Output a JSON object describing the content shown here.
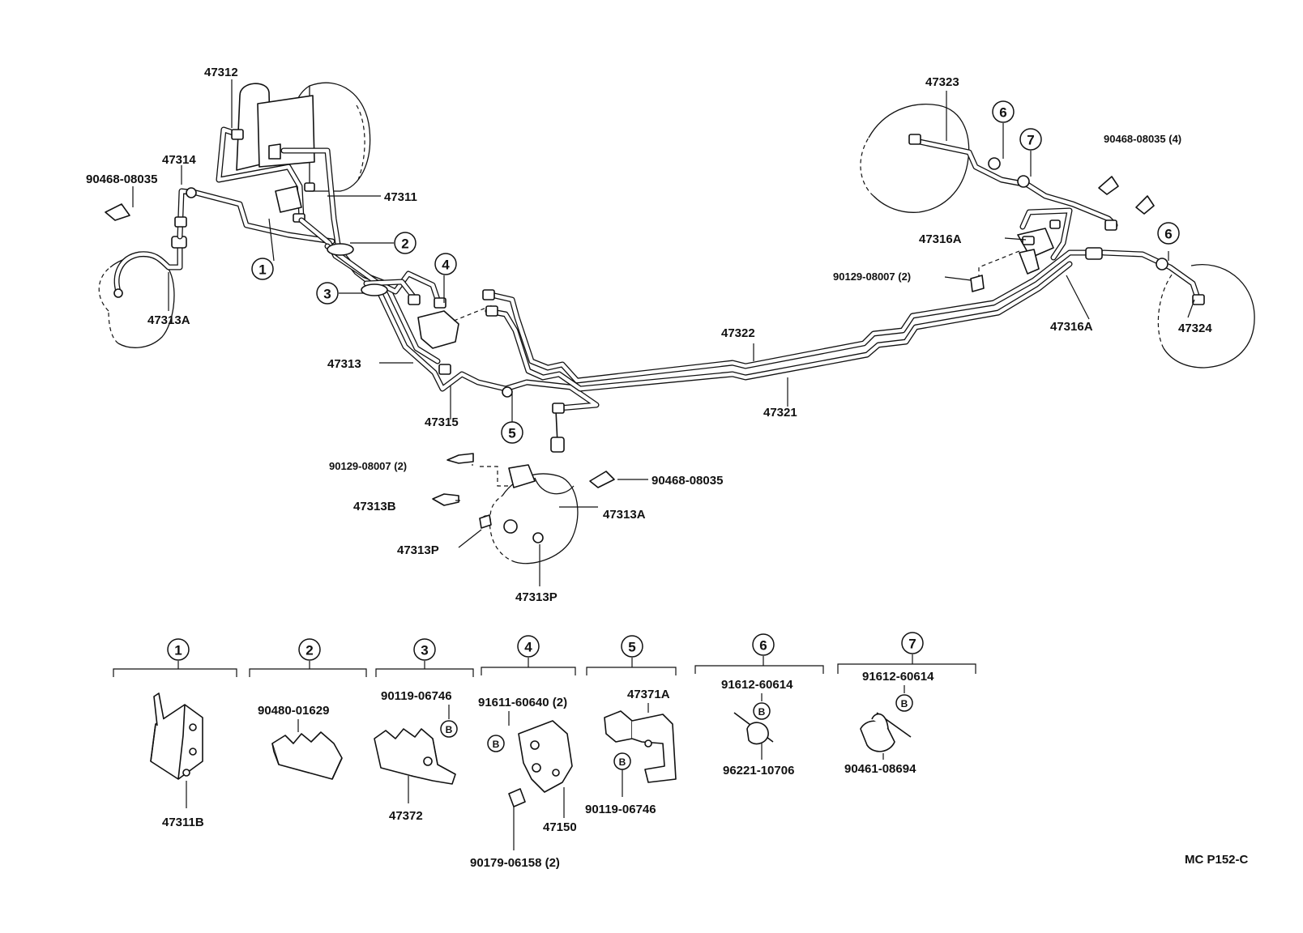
{
  "diagram_code": "MC P152-C",
  "callouts": [
    "1",
    "2",
    "3",
    "4",
    "5",
    "6",
    "7"
  ],
  "b_marker": "B",
  "labels": {
    "p47312": "47312",
    "p47314": "47314",
    "p90468_fl": "90468-08035",
    "p47311": "47311",
    "p47313A_fl": "47313A",
    "p47313": "47313",
    "p47315": "47315",
    "p47322": "47322",
    "p47321": "47321",
    "p90129_mid": "90129-08007 (2)",
    "p90468_mid": "90468-08035",
    "p47313B": "47313B",
    "p47313A_mid": "47313A",
    "p47313P_a": "47313P",
    "p47313P_b": "47313P",
    "p47323": "47323",
    "p90468_rr": "90468-08035 (4)",
    "p47316A_a": "47316A",
    "p90129_rr": "90129-08007 (2)",
    "p47316A_b": "47316A",
    "p47324": "47324"
  },
  "detail_groups": [
    {
      "callout": "1",
      "parts": [
        "47311B"
      ]
    },
    {
      "callout": "2",
      "parts": [
        "90480-01629"
      ]
    },
    {
      "callout": "3",
      "parts": [
        "90119-06746",
        "47372"
      ]
    },
    {
      "callout": "4",
      "parts": [
        "91611-60640 (2)",
        "47150",
        "90179-06158 (2)"
      ]
    },
    {
      "callout": "5",
      "parts": [
        "47371A",
        "90119-06746"
      ]
    },
    {
      "callout": "6",
      "parts": [
        "91612-60614",
        "96221-10706"
      ]
    },
    {
      "callout": "7",
      "parts": [
        "91612-60614",
        "90461-08694"
      ]
    }
  ]
}
